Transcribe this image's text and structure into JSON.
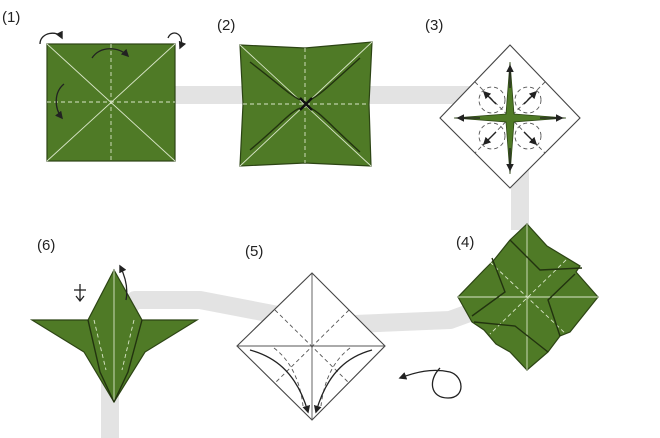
{
  "steps": [
    {
      "label": "(1)"
    },
    {
      "label": "(2)"
    },
    {
      "label": "(3)"
    },
    {
      "label": "(4)"
    },
    {
      "label": "(5)"
    },
    {
      "label": "(6)"
    }
  ],
  "colors": {
    "paper_green": "#4f7a26",
    "paper_edge": "#2c4414",
    "path_gray": "#e3e3e3",
    "line_dark": "#222222"
  }
}
